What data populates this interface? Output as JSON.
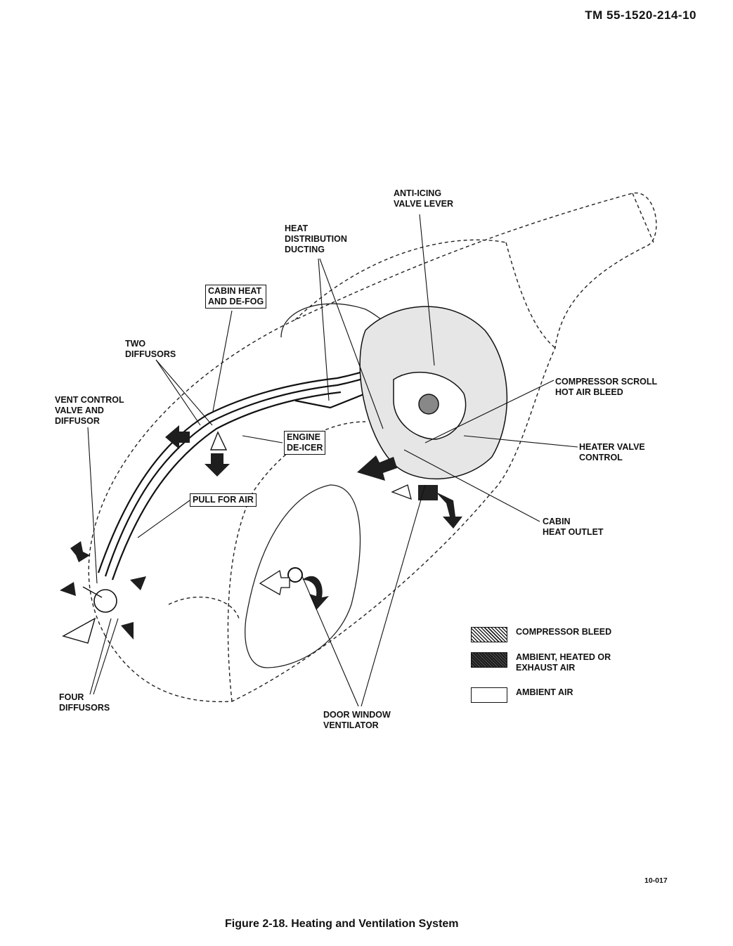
{
  "header": {
    "doc_id": "TM 55-1520-214-10"
  },
  "labels": {
    "anti_icing": "ANTI-ICING\nVALVE LEVER",
    "heat_distribution": "HEAT\nDISTRIBUTION\nDUCTING",
    "cabin_heat_defog": "CABIN HEAT\nAND DE-FOG",
    "two_diffusors": "TWO\nDIFFUSORS",
    "vent_control": "VENT CONTROL\nVALVE AND\nDIFFUSOR",
    "engine_deicer": "ENGINE\nDE-ICER",
    "pull_for_air": "PULL FOR AIR",
    "compressor_scroll": "COMPRESSOR SCROLL\nHOT AIR BLEED",
    "heater_valve": "HEATER VALVE\nCONTROL",
    "cabin_heat_outlet": "CABIN\nHEAT OUTLET",
    "four_diffusors": "FOUR\nDIFFUSORS",
    "door_window": "DOOR WINDOW\nVENTILATOR"
  },
  "legend": [
    {
      "label": "COMPRESSOR BLEED",
      "pattern": "hatch"
    },
    {
      "label": "AMBIENT, HEATED OR\nEXHAUST AIR",
      "pattern": "dark"
    },
    {
      "label": "AMBIENT AIR",
      "pattern": "plain"
    }
  ],
  "figure_id": "10-017",
  "caption": "Figure 2-18.  Heating and Ventilation System"
}
